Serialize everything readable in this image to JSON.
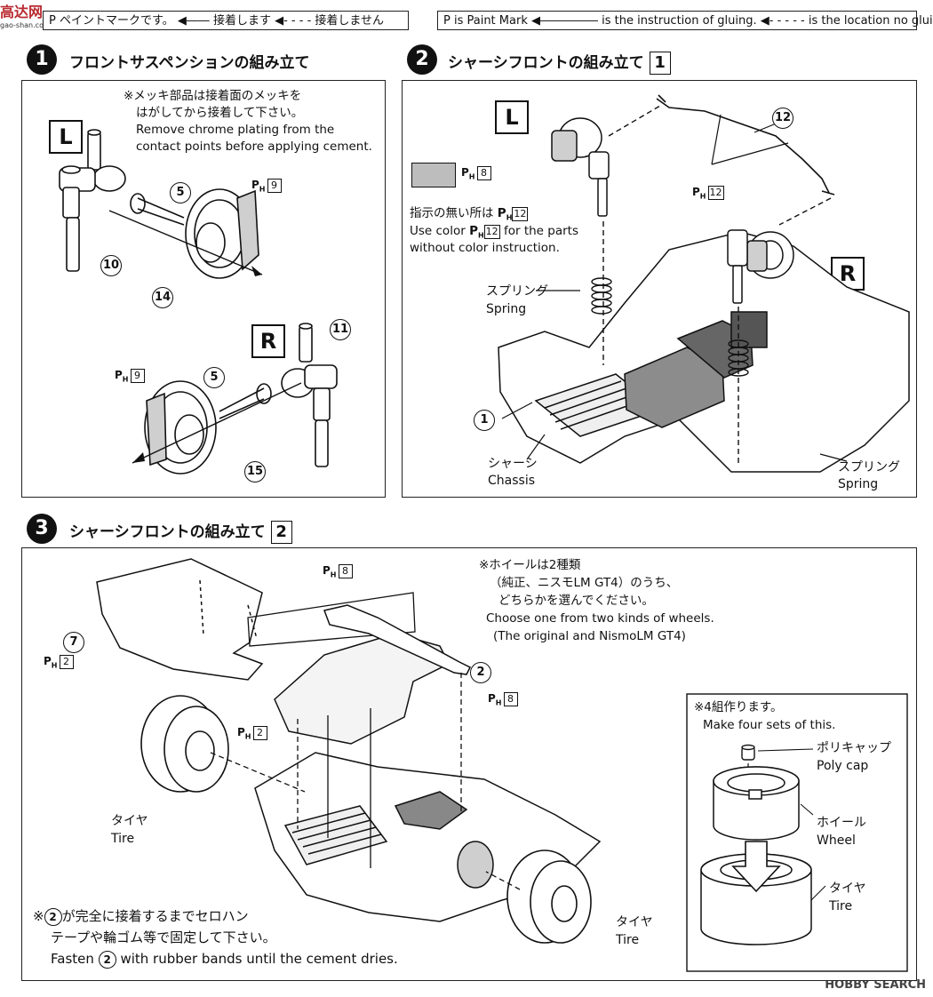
{
  "watermark": {
    "logo": "高达网",
    "site": "gao-shan.com",
    "right": "HOBBY SEARCH"
  },
  "legend_jp": {
    "paint": "P ペイントマークです。",
    "glue": "接着します",
    "noglue": "接着しません"
  },
  "legend_en": {
    "paint": "P is Paint Mark",
    "glue": "is the instruction of gluing.",
    "noglue": "is the location no gluing."
  },
  "step1": {
    "number": "1",
    "title": "フロントサスペンションの組み立て",
    "note_jp_1": "※メッキ部品は接着面のメッキを",
    "note_jp_2": "はがしてから接着して下さい。",
    "note_en_1": "Remove chrome plating from the",
    "note_en_2": "contact points before applying cement.",
    "L": "L",
    "R": "R",
    "parts": {
      "p5a": "5",
      "p10": "10",
      "p14": "14",
      "p5b": "5",
      "p11": "11",
      "p15": "15"
    },
    "paint_marks": {
      "pmL": "9",
      "pmR": "9"
    }
  },
  "step2": {
    "number": "2",
    "title": "シャーシフロントの組み立て",
    "box": "1",
    "L": "L",
    "R": "R",
    "swatch_mark": "8",
    "note_jp": "指示の無い所は",
    "note_jp_mark": "12",
    "note_en_1a": "Use color",
    "note_en_1_mark": "12",
    "note_en_1b": "for the parts",
    "note_en_2": "without color instruction.",
    "parts": {
      "p12": "12",
      "p1": "1"
    },
    "paint_marks": {
      "pm12": "12"
    },
    "labels": {
      "spring_jp_1": "スプリング",
      "spring_en_1": "Spring",
      "chassis_jp": "シャーシ",
      "chassis_en": "Chassis",
      "spring_jp_2": "スプリング",
      "spring_en_2": "Spring"
    }
  },
  "step3": {
    "number": "3",
    "title": "シャーシフロントの組み立て",
    "box": "2",
    "wheel_note_jp_1": "※ホイールは2種類",
    "wheel_note_jp_2": "（純正、ニスモLM GT4）のうち、",
    "wheel_note_jp_3": "どちらかを選んでください。",
    "wheel_note_en_1": "Choose  one from two kinds of wheels.",
    "wheel_note_en_2": "(The original and NismoLM GT4)",
    "parts": {
      "p7": "7",
      "p2": "2"
    },
    "paint_marks": {
      "pm8a": "8",
      "pm8b": "8",
      "pm2a": "2",
      "pm2b": "2"
    },
    "labels": {
      "tire_jp_1": "タイヤ",
      "tire_en_1": "Tire",
      "tire_jp_2": "タイヤ",
      "tire_en_2": "Tire"
    },
    "fasten_jp_1a": "※",
    "fasten_jp_1_num": "2",
    "fasten_jp_1b": "が完全に接着するまでセロハン",
    "fasten_jp_2": "テープや輪ゴム等で固定して下さい。",
    "fasten_en_a": "Fasten",
    "fasten_en_num": "2",
    "fasten_en_b": "with rubber bands until the cement dries.",
    "subbox": {
      "jp": "※4組作ります。",
      "en": "Make four sets of this.",
      "polycap_jp": "ポリキャップ",
      "polycap_en": "Poly cap",
      "wheel_jp": "ホイール",
      "wheel_en": "Wheel",
      "tire_jp": "タイヤ",
      "tire_en": "Tire"
    }
  }
}
